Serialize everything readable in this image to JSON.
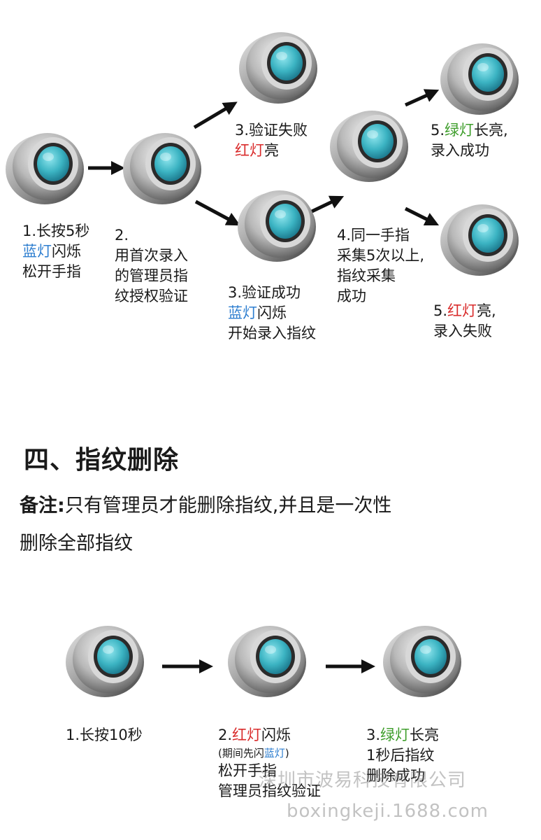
{
  "enroll": {
    "step1": {
      "l1_pre": "1.长按5秒",
      "l2_blue": "蓝灯",
      "l2_rest": "闪烁",
      "l3": "松开手指"
    },
    "step2": {
      "l1": "2.",
      "l2": "用首次录入",
      "l3": "的管理员指",
      "l4": "纹授权验证"
    },
    "step3_fail": {
      "l1": "3.验证失败",
      "l2_red": "红灯",
      "l2_rest": "亮"
    },
    "step3_ok": {
      "l1": "3.验证成功",
      "l2_blue": "蓝灯",
      "l2_rest": "闪烁",
      "l3": "开始录入指纹"
    },
    "step4": {
      "l1": "4.同一手指",
      "l2": "采集5次以上,",
      "l3": "指纹采集",
      "l4": "成功"
    },
    "step5_ok": {
      "l1_pre": "5.",
      "l1_green": "绿灯",
      "l1_rest": "长亮,",
      "l2": "录入成功"
    },
    "step5_fail": {
      "l1_pre": "5.",
      "l1_red": "红灯",
      "l1_rest": "亮,",
      "l2": "录入失败"
    }
  },
  "delete_section": {
    "title": "四、指纹删除",
    "note_label": "备注:",
    "note_text_l1": "只有管理员才能删除指纹,并且是一次性",
    "note_text_l2": "删除全部指纹",
    "step1": {
      "l1": "1.长按10秒"
    },
    "step2": {
      "l1_pre": "2.",
      "l1_red": "红灯",
      "l1_rest": "闪烁",
      "l2_pre": "(期间先闪",
      "l2_blue": "蓝灯",
      "l2_post": ")",
      "l3": "松开手指",
      "l4": "管理员指纹验证"
    },
    "step3": {
      "l1_pre": "3.",
      "l1_green": "绿灯",
      "l1_rest": "长亮",
      "l2": "1秒后指纹",
      "l3": "删除成功"
    }
  },
  "watermark": {
    "line1": "深圳市波易科技有限公司",
    "line2": "boxingkeji.1688.com"
  },
  "colors": {
    "blue": "#2f7fd0",
    "red": "#d92b2b",
    "green": "#3f9e2c",
    "sensor_cyan": "#4fc3cf"
  }
}
